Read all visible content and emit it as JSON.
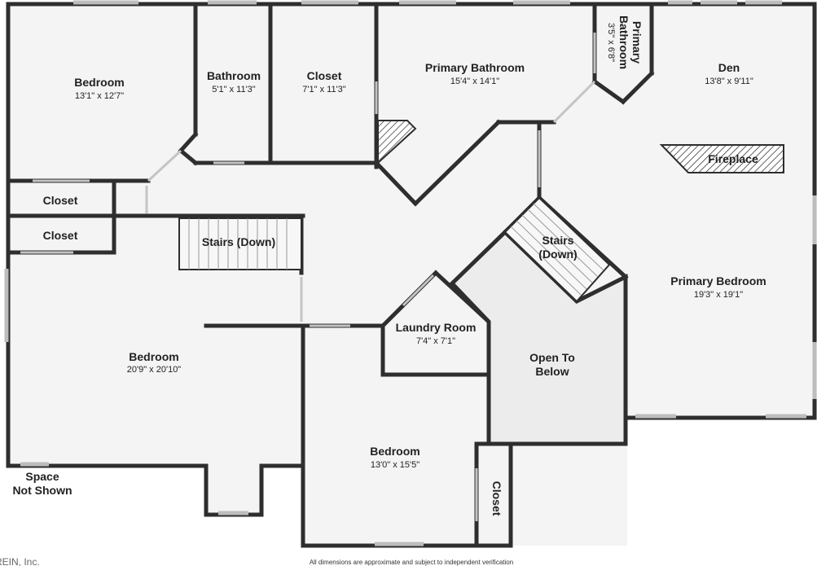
{
  "rooms": {
    "bedroom_nw": {
      "name": "Bedroom",
      "dim": "13'1\" x 12'7\""
    },
    "bathroom": {
      "name": "Bathroom",
      "dim": "5'1\" x 11'3\""
    },
    "closet_top": {
      "name": "Closet",
      "dim": "7'1\" x 11'3\""
    },
    "primary_bathroom": {
      "name": "Primary Bathroom",
      "dim": "15'4\" x 14'1\""
    },
    "primary_bathroom_small": {
      "name_line1": "Primary",
      "name_line2": "Bathroom",
      "dim": "3'5\" x 6'8\""
    },
    "den": {
      "name": "Den",
      "dim": "13'8\" x 9'11\""
    },
    "fireplace": {
      "name": "Fireplace"
    },
    "closet_left1": {
      "name": "Closet"
    },
    "closet_left2": {
      "name": "Closet"
    },
    "stairs_left": {
      "name": "Stairs (Down)"
    },
    "stairs_center": {
      "name_line1": "Stairs",
      "name_line2": "(Down)"
    },
    "primary_bedroom": {
      "name": "Primary Bedroom",
      "dim": "19'3\" x 19'1\""
    },
    "laundry": {
      "name": "Laundry Room",
      "dim": "7'4\" x 7'1\""
    },
    "open_below": {
      "name_line1": "Open To",
      "name_line2": "Below"
    },
    "bedroom_west": {
      "name": "Bedroom",
      "dim": "20'9\" x 20'10\""
    },
    "bedroom_south": {
      "name": "Bedroom",
      "dim": "13'0\" x 15'5\""
    },
    "closet_south": {
      "name": "Closet"
    },
    "space_not_shown": {
      "line1": "Space",
      "line2": "Not Shown"
    }
  },
  "footer": {
    "disclaimer": "All dimensions are approximate and subject to independent verification",
    "watermark": "REIN, Inc."
  }
}
